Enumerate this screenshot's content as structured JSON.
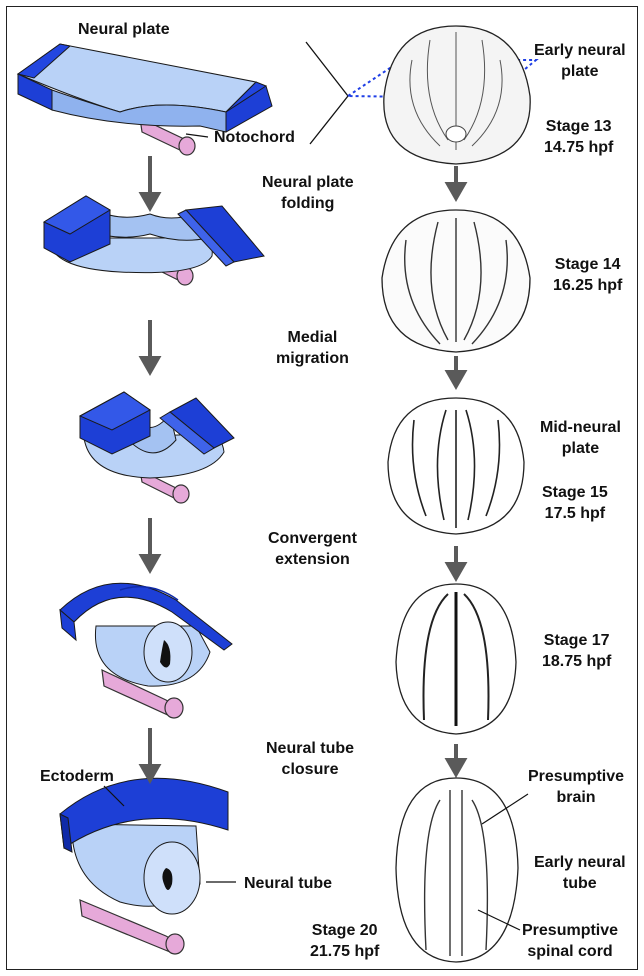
{
  "labels": {
    "neural_plate": "Neural plate",
    "notochord": "Notochord",
    "ectoderm": "Ectoderm",
    "neural_tube": "Neural tube"
  },
  "steps": {
    "step1": [
      "Neural plate",
      "folding"
    ],
    "step2": [
      "Medial",
      "migration"
    ],
    "step3": [
      "Convergent",
      "extension"
    ],
    "step4": [
      "Neural tube",
      "closure"
    ]
  },
  "embryo_labels": {
    "early_neural_plate": [
      "Early neural",
      "plate"
    ],
    "stage13": [
      "Stage 13",
      "14.75 hpf"
    ],
    "stage14": [
      "Stage 14",
      "16.25 hpf"
    ],
    "mid_neural_plate": [
      "Mid-neural",
      "plate"
    ],
    "stage15": [
      "Stage 15",
      "17.5 hpf"
    ],
    "stage17": [
      "Stage 17",
      "18.75 hpf"
    ],
    "presumptive_brain": [
      "Presumptive",
      "brain"
    ],
    "early_neural_tube": [
      "Early neural",
      "tube"
    ],
    "presumptive_spinal_cord": [
      "Presumptive",
      "spinal cord"
    ],
    "stage20": [
      "Stage 20",
      "21.75 hpf"
    ]
  },
  "colors": {
    "ectoderm_dark": "#1d3fd6",
    "ectoderm_mid": "#3f63ea",
    "neural_light": "#b9d2f7",
    "notochord": "#e6a9d9",
    "arrow": "#5a5a5a",
    "outline": "#1a1a1a"
  }
}
